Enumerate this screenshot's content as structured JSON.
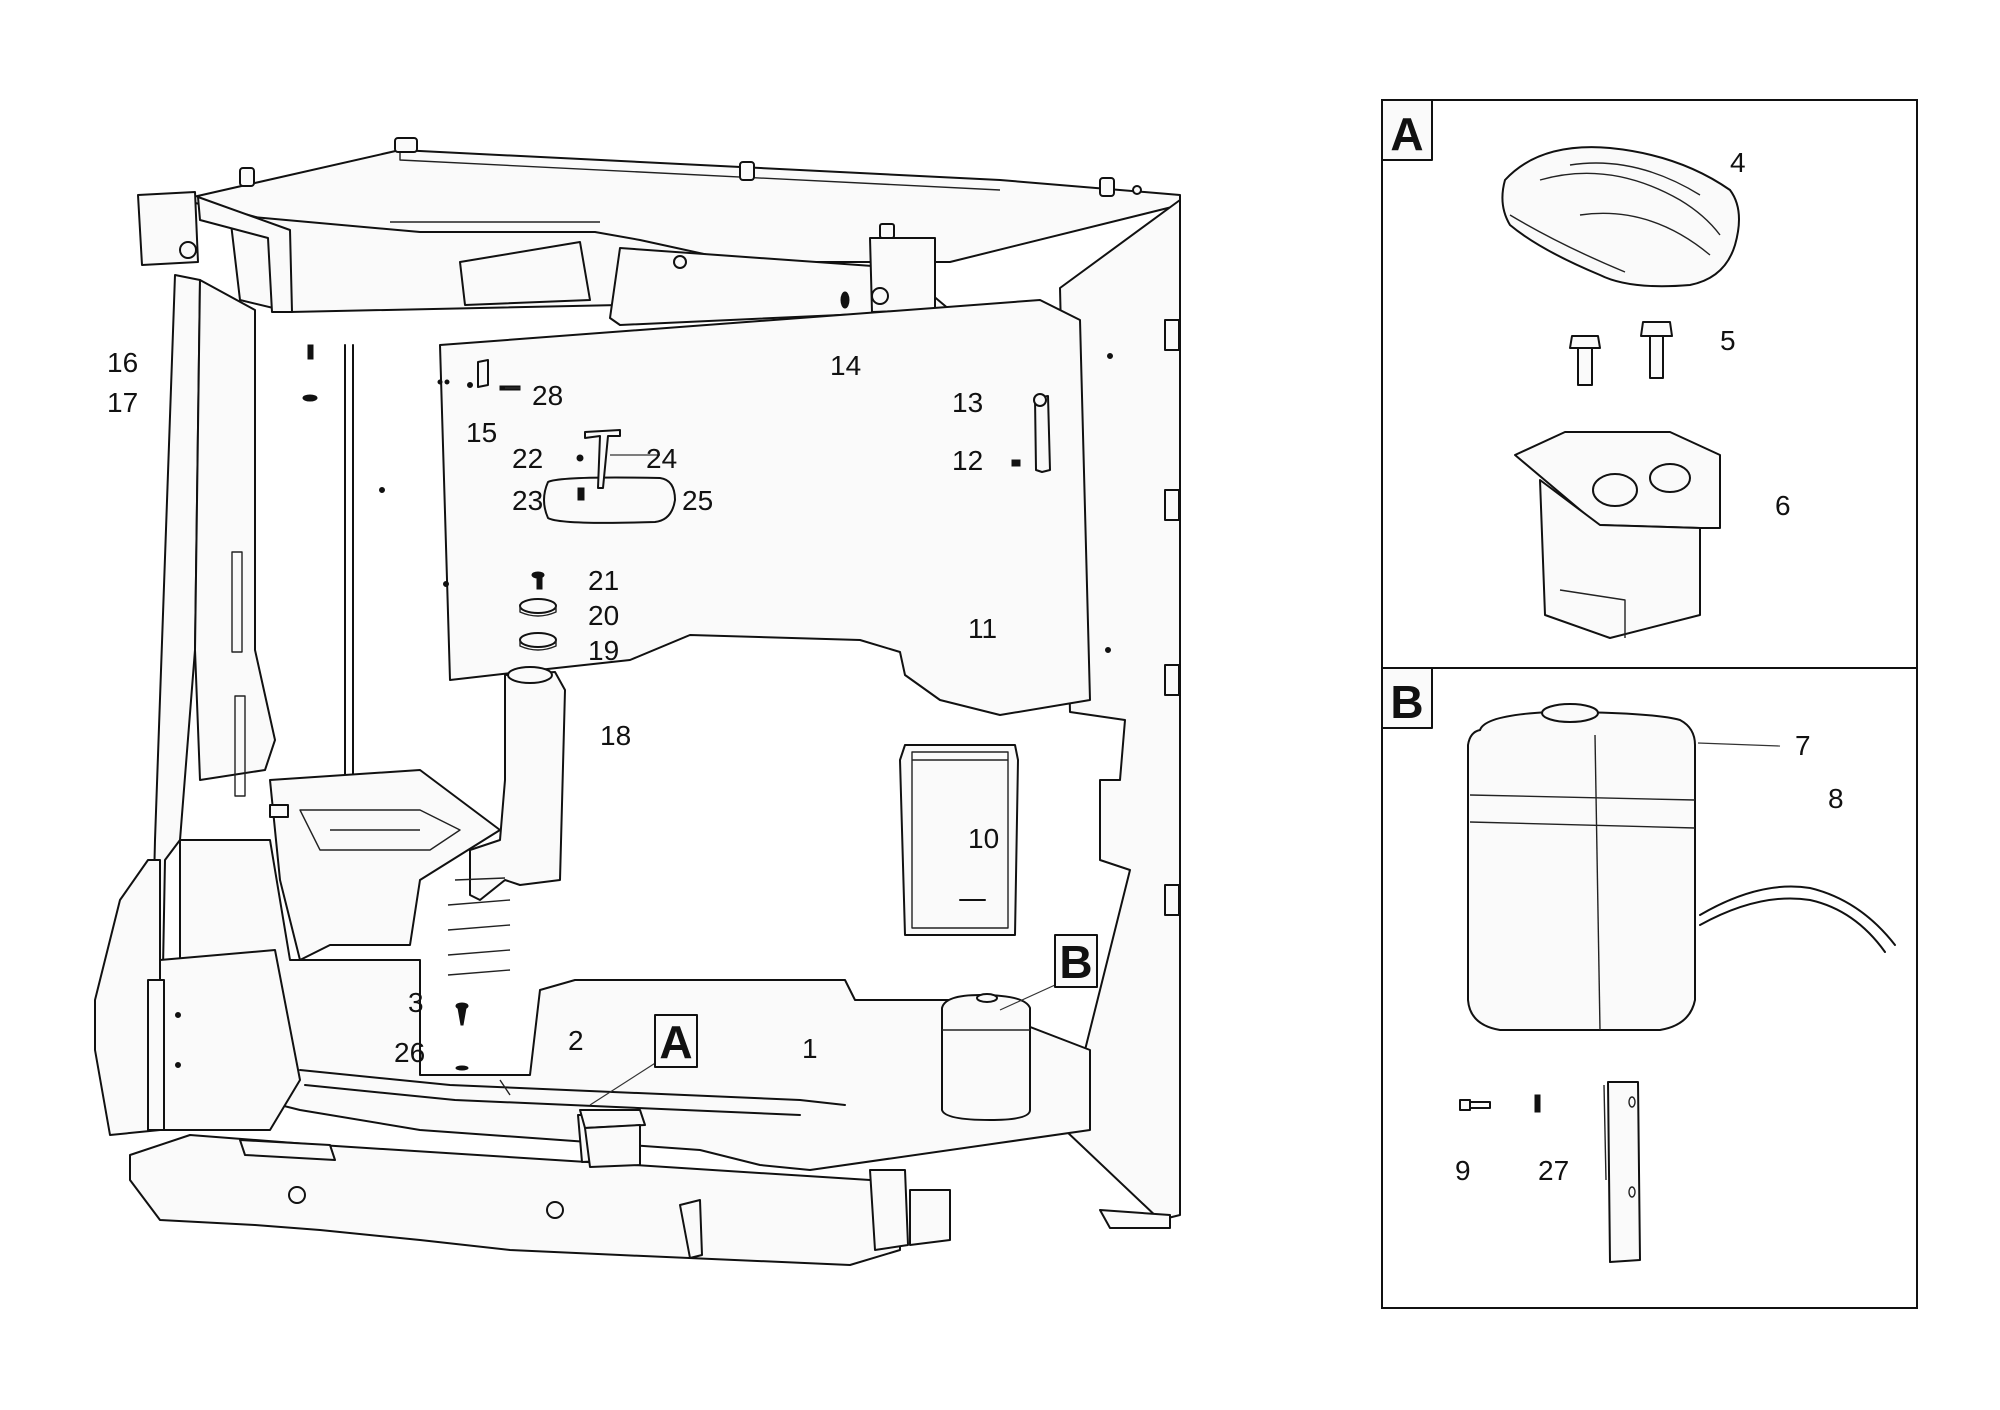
{
  "callouts": {
    "c1": "1",
    "c2": "2",
    "c3": "3",
    "c4": "4",
    "c5": "5",
    "c6": "6",
    "c7": "7",
    "c8": "8",
    "c9": "9",
    "c10": "10",
    "c11": "11",
    "c12": "12",
    "c13": "13",
    "c14": "14",
    "c15": "15",
    "c16": "16",
    "c17": "17",
    "c18": "18",
    "c19": "19",
    "c20": "20",
    "c21": "21",
    "c22": "22",
    "c23": "23",
    "c24": "24",
    "c25": "25",
    "c26": "26",
    "c27": "27",
    "c28": "28"
  },
  "detail_labels": {
    "a": "A",
    "b": "B"
  }
}
